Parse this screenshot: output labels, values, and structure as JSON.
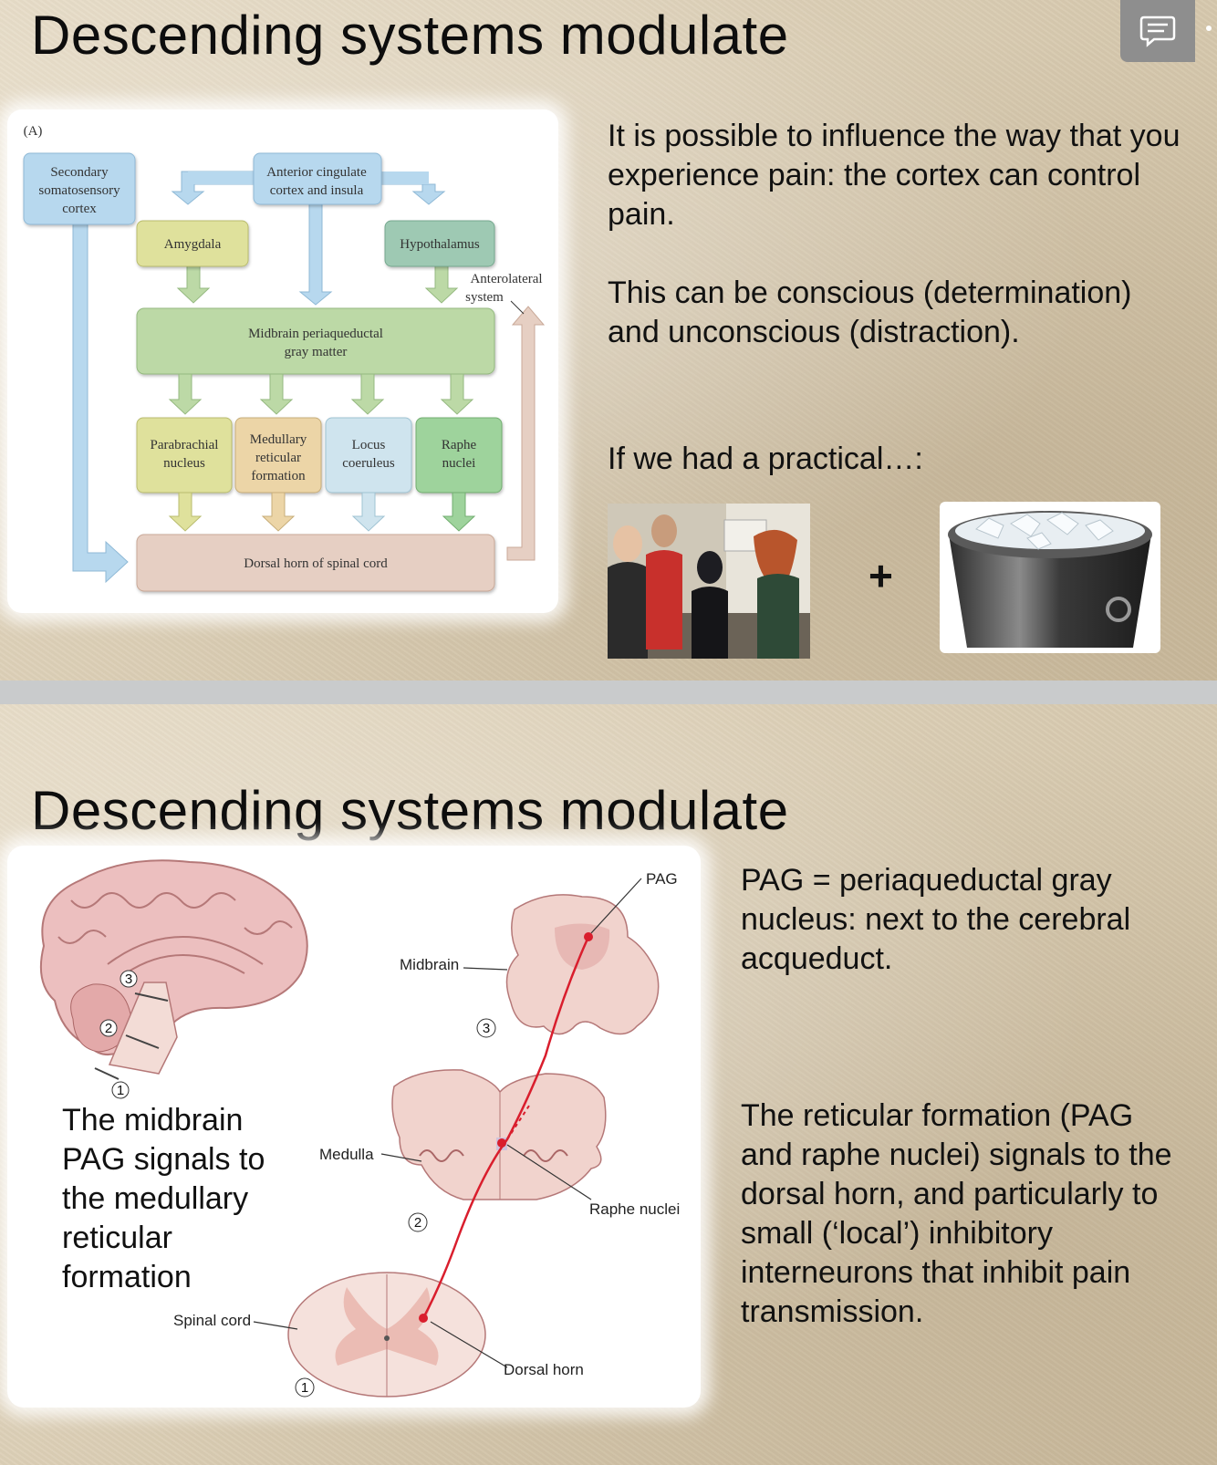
{
  "slide1": {
    "title": "Descending systems modulate",
    "panel_label": "(A)",
    "boxes": {
      "secondary": [
        "Secondary",
        "somatosensory",
        "cortex"
      ],
      "anterior": [
        "Anterior cingulate",
        "cortex and insula"
      ],
      "amygdala": "Amygdala",
      "hypothalamus": "Hypothalamus",
      "anterolateral": [
        "Anterolateral",
        "system"
      ],
      "midbrain": [
        "Midbrain periaqueductal",
        "gray matter"
      ],
      "parabrachial": [
        "Parabrachial",
        "nucleus"
      ],
      "medullary": [
        "Medullary",
        "reticular",
        "formation"
      ],
      "locus": [
        "Locus",
        "coeruleus"
      ],
      "raphe": [
        "Raphe",
        "nuclei"
      ],
      "dorsal": "Dorsal horn of spinal cord"
    },
    "text1": "It is possible to influence the way that you experience pain: the cortex can control pain.",
    "text2": "This can be conscious (determination) and unconscious (distraction).",
    "text3": "If we had a practical…:",
    "plus": "+",
    "colors": {
      "blue": "#b7d8ee",
      "green": "#bcd9a6",
      "teal": "#9ec9b3",
      "yellow": "#dfe19c",
      "tan": "#ecd5a7",
      "lightblue": "#cfe4ee",
      "raphe_green": "#9ed39c",
      "dorsal": "#e6cfc3"
    }
  },
  "slide2": {
    "title": "Descending systems modulate",
    "labels": {
      "pag": "PAG",
      "midbrain": "Midbrain",
      "medulla": "Medulla",
      "raphe": "Raphe nuclei",
      "spinal": "Spinal cord",
      "dorsal": "Dorsal horn",
      "n1": "1",
      "n2": "2",
      "n3": "3"
    },
    "caption": "The midbrain PAG signals to the medullary reticular formation",
    "text1": "PAG = periaqueductal gray nucleus: next to the cerebral acqueduct.",
    "text2": "The reticular formation (PAG and raphe nuclei) signals to the dorsal horn, and particularly to small (‘local’) inhibitory interneurons that inhibit pain transmission."
  }
}
